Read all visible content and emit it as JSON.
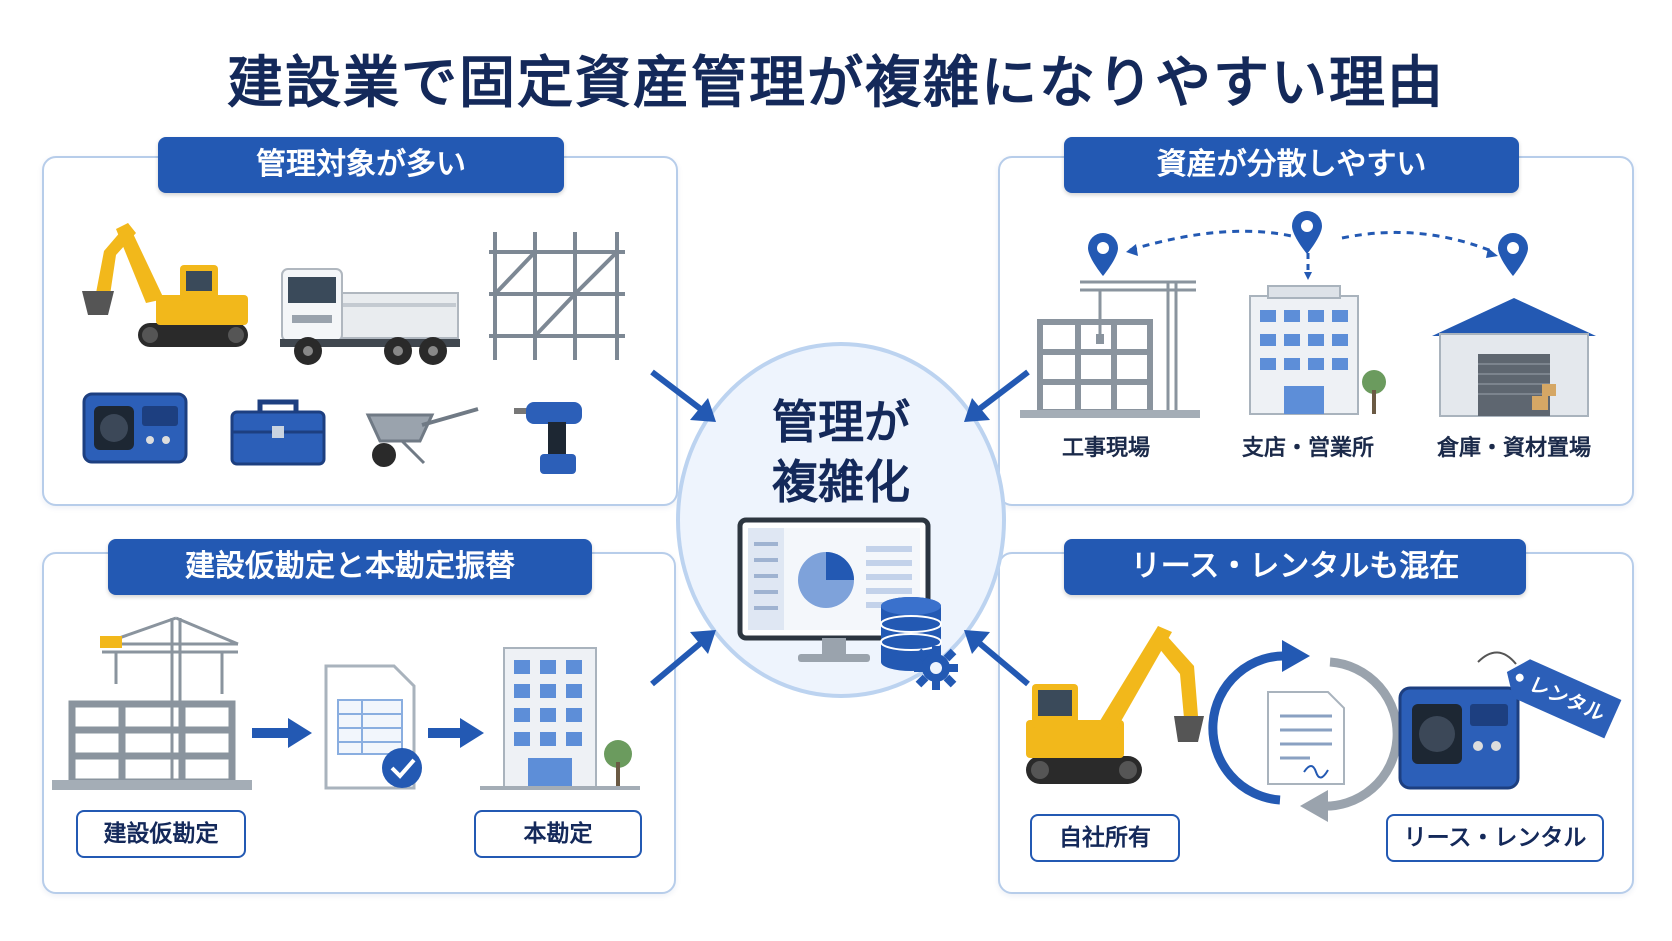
{
  "title": "建設業で固定資産管理が複雑になりやすい理由",
  "center": {
    "line1": "管理が",
    "line2": "複雑化"
  },
  "panels": {
    "top_left": {
      "header": "管理対象が多い"
    },
    "top_right": {
      "header": "資産が分散しやすい",
      "locations": [
        "工事現場",
        "支店・営業所",
        "倉庫・資材置場"
      ]
    },
    "bottom_left": {
      "header": "建設仮勘定と本勘定振替",
      "from_label": "建設仮勘定",
      "to_label": "本勘定"
    },
    "bottom_right": {
      "header": "リース・レンタルも混在",
      "owned_label": "自社所有",
      "lease_label": "リース・レンタル",
      "tag_text": "レンタル"
    }
  },
  "colors": {
    "primary": "#2359b3",
    "navy": "#14295a",
    "border": "#b7cdea",
    "machine_yellow": "#f2b81b",
    "machine_blue": "#2c5fb8"
  },
  "icons": [
    "excavator-icon",
    "dump-truck-icon",
    "scaffold-icon",
    "generator-icon",
    "toolbox-icon",
    "wheelbarrow-icon",
    "drill-icon",
    "map-pin-icon",
    "crane-site-icon",
    "office-building-icon",
    "warehouse-icon",
    "monitor-icon",
    "database-icon",
    "gear-icon",
    "document-check-icon",
    "contract-cycle-icon",
    "price-tag-icon"
  ]
}
